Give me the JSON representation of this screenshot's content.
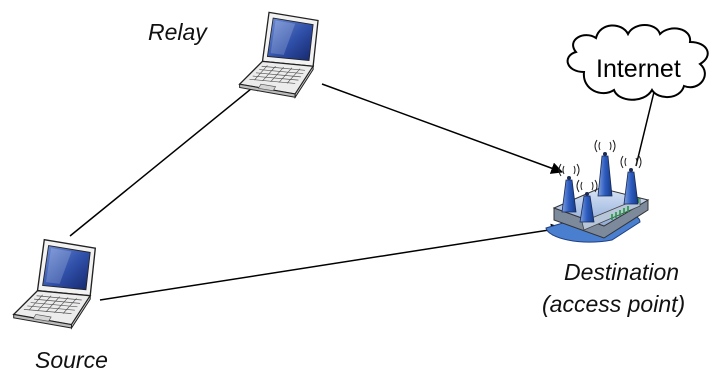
{
  "nodes": {
    "relay": {
      "label": "Relay",
      "icon": "laptop-icon"
    },
    "source": {
      "label": "Source",
      "icon": "laptop-icon"
    },
    "destination": {
      "label_line1": "Destination",
      "label_line2": "(access point)",
      "icon": "wireless-router-icon"
    },
    "internet": {
      "label": "Internet",
      "icon": "cloud-icon"
    }
  },
  "links": [
    {
      "from": "source",
      "to": "relay",
      "arrow": true
    },
    {
      "from": "relay",
      "to": "destination",
      "arrow": true
    },
    {
      "from": "source",
      "to": "destination",
      "arrow": true
    },
    {
      "from": "destination",
      "to": "internet",
      "arrow": false
    }
  ],
  "colors": {
    "laptop_body": "#e8e8e8",
    "laptop_screen": "#2f4fa8",
    "router_body": "#9bb6e0",
    "router_base": "#4a7fd0",
    "line": "#000000"
  }
}
